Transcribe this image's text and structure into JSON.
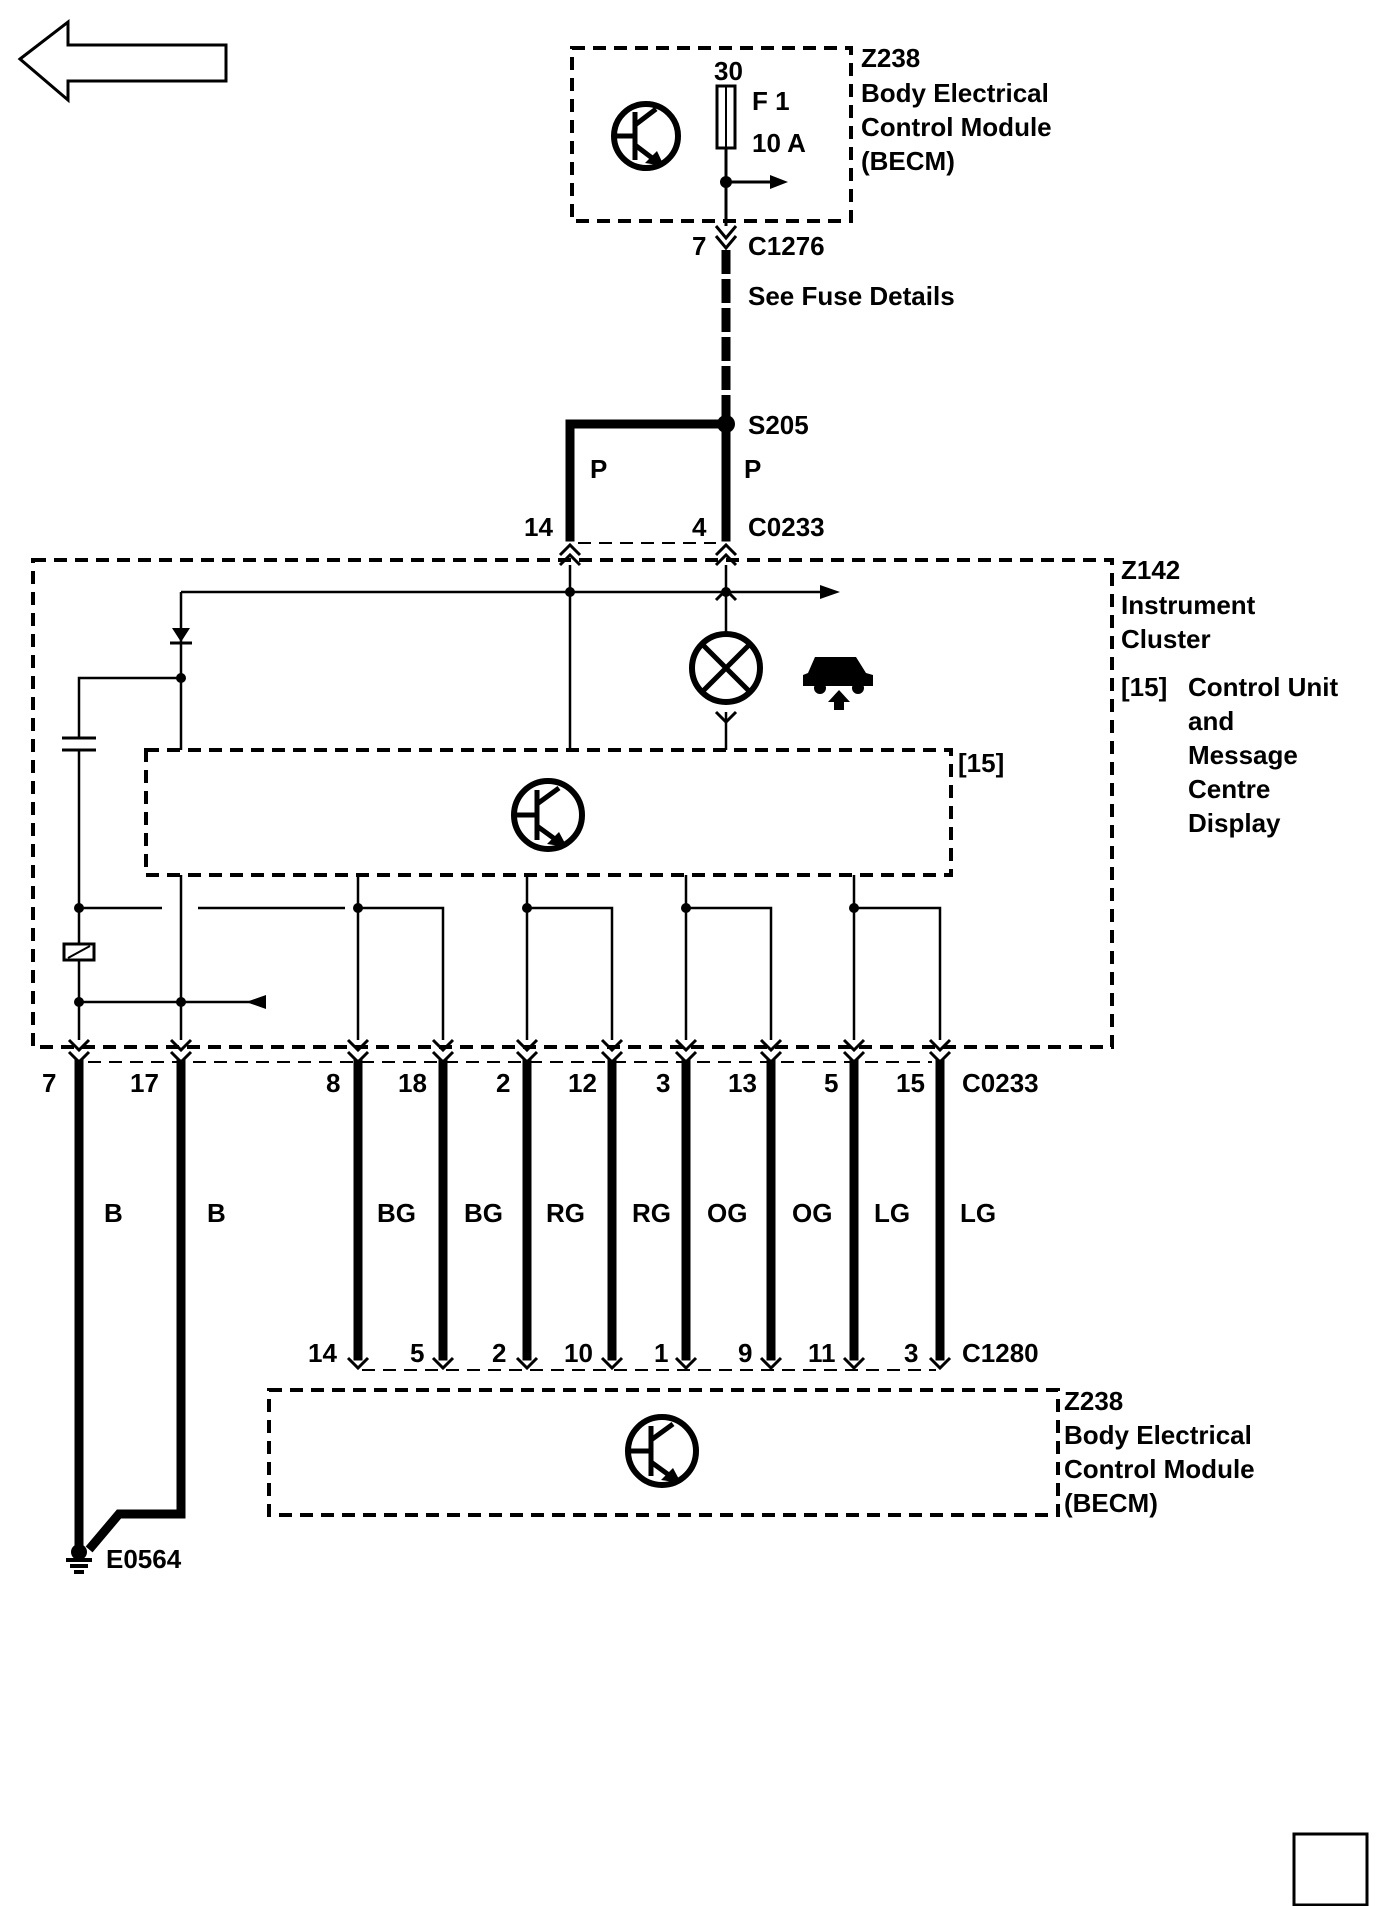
{
  "navigation": {
    "back_arrow_icon": "left-arrow-outline",
    "page_corner_box": "empty-square"
  },
  "becm_top": {
    "ref": "Z238",
    "name_line1": "Body Electrical",
    "name_line2": "Control Module",
    "name_line3": "(BECM)",
    "fuse_terminal": "30",
    "fuse_name": "F 1",
    "fuse_rating": "10 A",
    "pin": "7",
    "connector": "C1276"
  },
  "fuse_note": "See Fuse Details",
  "splice": {
    "ref": "S205",
    "wire_color_left": "P",
    "wire_color_right": "P"
  },
  "cluster_top_connector": {
    "pin_left": "14",
    "pin_right": "4",
    "connector": "C0233"
  },
  "cluster": {
    "ref": "Z142",
    "name_line1": "Instrument",
    "name_line2": "Cluster",
    "subref": "[15]",
    "sub_line1": "Control Unit",
    "sub_line2": "and",
    "sub_line3": "Message",
    "sub_line4": "Centre",
    "sub_line5": "Display",
    "inner_ref": "[15]"
  },
  "bottom_connector": {
    "connector": "C0233",
    "pins": [
      "7",
      "17",
      "8",
      "18",
      "2",
      "12",
      "3",
      "13",
      "5",
      "15"
    ],
    "wire_colors": [
      "B",
      "B",
      "BG",
      "BG",
      "RG",
      "RG",
      "OG",
      "OG",
      "LG",
      "LG"
    ]
  },
  "becm_bottom_connector": {
    "connector": "C1280",
    "pins": [
      "14",
      "5",
      "2",
      "10",
      "1",
      "9",
      "11",
      "3"
    ]
  },
  "becm_bottom": {
    "ref": "Z238",
    "name_line1": "Body Electrical",
    "name_line2": "Control Module",
    "name_line3": "(BECM)"
  },
  "ground": {
    "ref": "E0564"
  }
}
